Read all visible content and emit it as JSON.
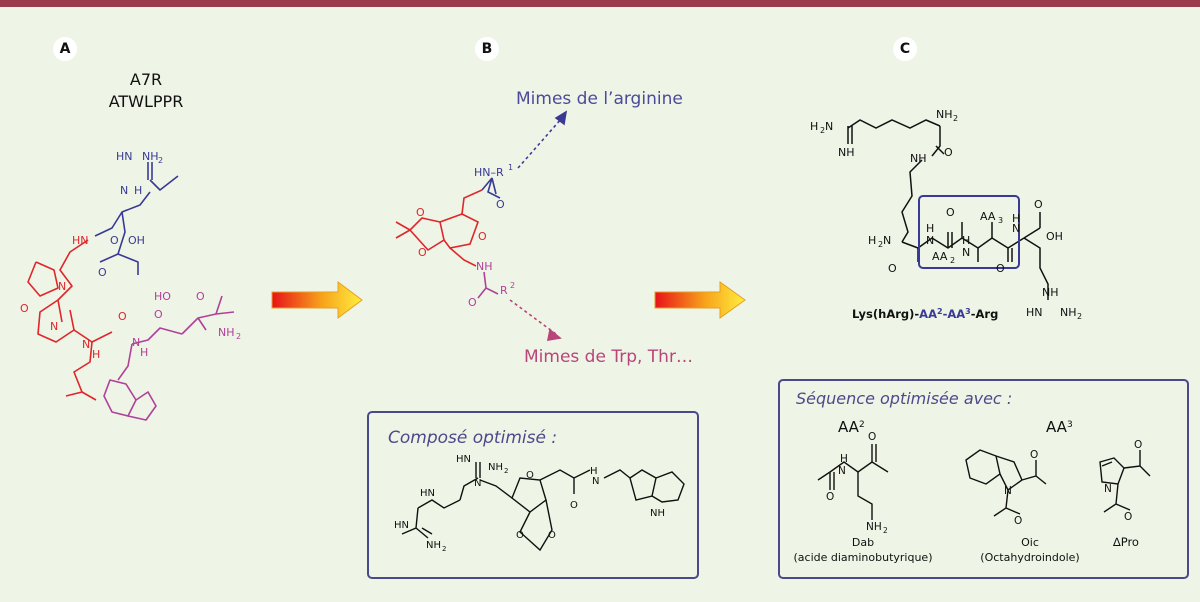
{
  "panels": {
    "a": {
      "label": "A",
      "line1": "A7R",
      "line2": "ATWLPPR"
    },
    "b": {
      "label": "B",
      "arginine_mimic": "Mimes de l’arginine",
      "trp_thr_mimic": "Mimes de Trp, Thr…",
      "box_title": "Composé optimisé :"
    },
    "c": {
      "label": "C",
      "sequence_prefix": "Lys(hArg)-",
      "sequence_aa2": "AA",
      "sequence_aa2_sup": "2",
      "sequence_dash1": "-",
      "sequence_aa3": "AA",
      "sequence_aa3_sup": "3",
      "sequence_suffix": "-Arg",
      "box_title": "Séquence optimisée avec :",
      "col_aa2": "AA",
      "col_aa2_sup": "2",
      "col_aa3": "AA",
      "col_aa3_sup": "3",
      "dab_name": "Dab",
      "dab_full": "(acide diaminobutyrique)",
      "oic_name": "Oic",
      "oic_full": "(Octahydroindole)",
      "dpro_name": "∆Pro"
    }
  },
  "atoms": {
    "nh": "NH",
    "n": "N",
    "h": "H",
    "hn": "HN",
    "oh": "OH",
    "o": "O",
    "nh2": "NH",
    "nh2_sub": "2",
    "h2n": "H",
    "h2n_tail": "N",
    "hn_arrow_r1": "HN–R",
    "r1_sup": "1",
    "r2": "R",
    "r2_sup": "2",
    "ho": "HO",
    "aa": "AA",
    "aa2_sub": "2",
    "aa3_sub": "3"
  },
  "colors": {
    "header_bar": "#9b3a4a",
    "background": "#eef4e6",
    "box_border": "#4a4a8a",
    "arg_blue": "#3a3a96",
    "pep_red": "#e0262a",
    "pep_magenta": "#b0419a",
    "mimic_pink": "#b8457a",
    "arrow_start": "#e8121a",
    "arrow_end": "#ffee40"
  }
}
